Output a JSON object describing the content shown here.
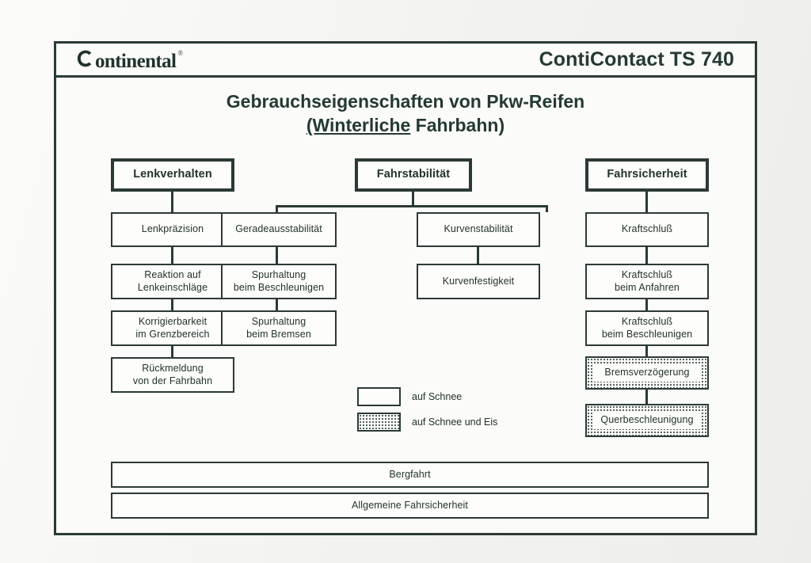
{
  "document": {
    "brand": "Continental",
    "brand_mark": "registered-trademark",
    "product_title": "ContiContact TS 740",
    "title_line1": "Gebrauchseigenschaften von Pkw-Reifen",
    "title_line2_underlined": "(Winterliche",
    "title_line2_rest": " Fahrbahn)"
  },
  "columns": [
    {
      "id": "lenkverhalten",
      "header": "Lenkverhalten",
      "items": [
        {
          "text": "Lenkpräzision",
          "fill": "white"
        },
        {
          "text": "Reaktion auf\nLenkeinschläge",
          "fill": "white"
        },
        {
          "text": "Korrigierbarkeit\nim Grenzbereich",
          "fill": "white"
        },
        {
          "text": "Rückmeldung\nvon der Fahrbahn",
          "fill": "white"
        }
      ]
    },
    {
      "id": "fahrstabilitaet",
      "header": "Fahrstabilität",
      "branch_left": [
        {
          "text": "Geradeausstabilität",
          "fill": "white"
        },
        {
          "text": "Spurhaltung\nbeim Beschleunigen",
          "fill": "white"
        },
        {
          "text": "Spurhaltung\nbeim Bremsen",
          "fill": "white"
        }
      ],
      "branch_right": [
        {
          "text": "Kurvenstabilität",
          "fill": "white"
        },
        {
          "text": "Kurvenfestigkeit",
          "fill": "white"
        }
      ]
    },
    {
      "id": "fahrsicherheit",
      "header": "Fahrsicherheit",
      "items": [
        {
          "text": "Kraftschluß",
          "fill": "white"
        },
        {
          "text": "Kraftschluß\nbeim Anfahren",
          "fill": "white"
        },
        {
          "text": "Kraftschluß\nbeim Beschleunigen",
          "fill": "white"
        },
        {
          "text": "Bremsverzögerung",
          "fill": "dotted"
        },
        {
          "text": "Querbeschleunigung",
          "fill": "dotted"
        }
      ]
    }
  ],
  "legend": {
    "items": [
      {
        "swatch": "white",
        "label": "auf Schnee"
      },
      {
        "swatch": "dotted",
        "label": "auf Schnee und Eis"
      }
    ]
  },
  "summary_bars": [
    {
      "text": "Bergfahrt"
    },
    {
      "text": "Allgemeine Fahrsicherheit"
    }
  ],
  "colors": {
    "ink": "#2b3a35",
    "paper": "#fbfbf9",
    "text": "#22332c"
  }
}
